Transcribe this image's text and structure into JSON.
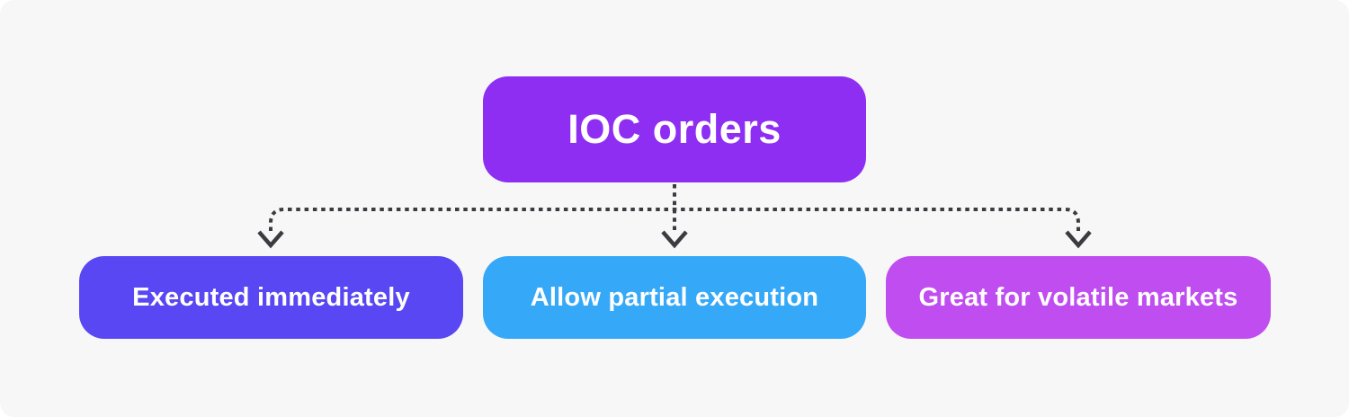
{
  "diagram": {
    "type": "flowchart",
    "root": {
      "label": "IOC orders",
      "color": "#8e2ef3",
      "text_color": "#ffffff"
    },
    "children": [
      {
        "label": "Executed immediately",
        "color": "#5847f2",
        "text_color": "#ffffff"
      },
      {
        "label": "Allow partial execution",
        "color": "#35a9f7",
        "text_color": "#ffffff"
      },
      {
        "label": "Great for volatile markets",
        "color": "#c04df0",
        "text_color": "#ffffff"
      }
    ],
    "connector": {
      "style": "dashed",
      "arrowhead": "chevron-down",
      "color": "#3b3b40"
    },
    "background_color": "#f7f7f8"
  }
}
